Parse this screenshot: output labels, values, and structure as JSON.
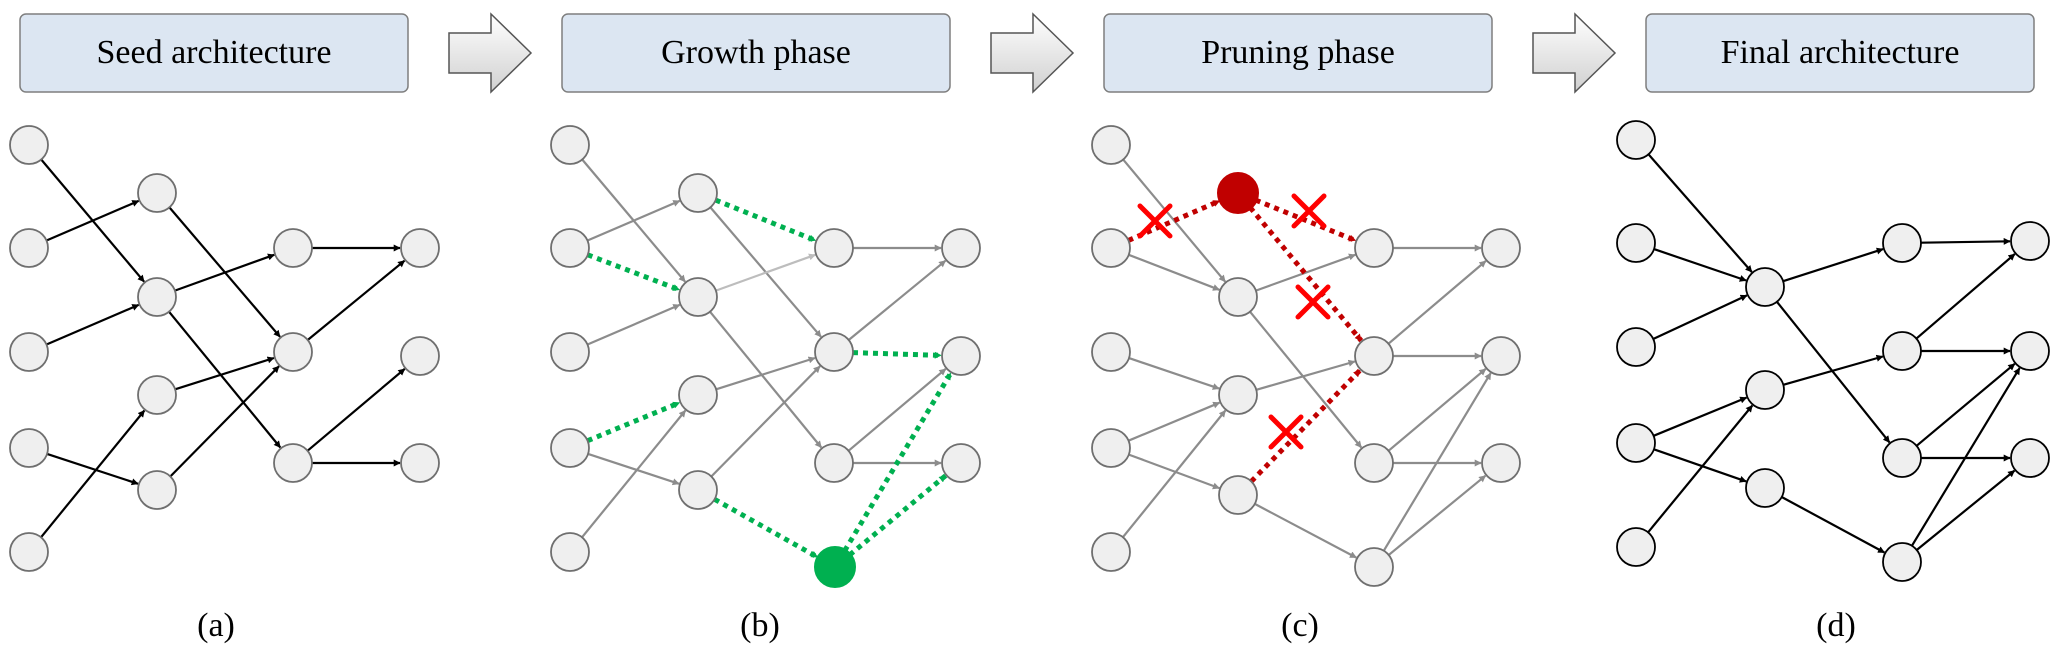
{
  "panels": [
    {
      "id": "a",
      "title": "Seed architecture",
      "caption": "(a)"
    },
    {
      "id": "b",
      "title": "Growth phase",
      "caption": "(b)"
    },
    {
      "id": "c",
      "title": "Pruning phase",
      "caption": "(c)"
    },
    {
      "id": "d",
      "title": "Final architecture",
      "caption": "(d)"
    }
  ],
  "colors": {
    "title_box_fill": "#dce6f2",
    "title_box_stroke": "#7f7f7f",
    "node_fill": "#efefef",
    "node_stroke": "#6f6f6f",
    "edge_black": "#000000",
    "edge_gray": "#8c8c8c",
    "edge_light": "#bdbdbd",
    "grow": "#00b050",
    "prune": "#c00000",
    "cross": "#ff0000",
    "arrow_fill_top": "#ffffff",
    "arrow_fill_bottom": "#d0d0d0"
  },
  "icons": {
    "phase_arrow": "block-right-arrow-icon",
    "removed_edge": "red-cross-icon"
  }
}
